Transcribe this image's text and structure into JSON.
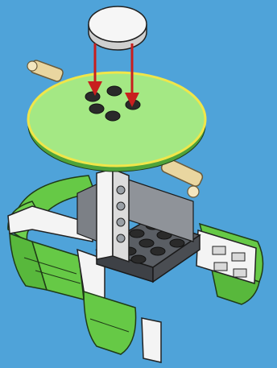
{
  "colors": {
    "background": "#4fa3d9",
    "plate_green": "#9fe37f",
    "plate_outline": "#f0e64a",
    "arrow_red": "#c81e1e",
    "body_green": "#66c946",
    "stud_black": "#2a2a2a",
    "technic_white": "#ececec",
    "base_gray": "#4a4d52",
    "axle_tan": "#e9d6a0"
  },
  "parts": [
    {
      "id": "round-tile-white",
      "icon": "round-tile-icon"
    },
    {
      "id": "round-plate-green",
      "icon": "round-plate-icon"
    },
    {
      "id": "technic-beam-white",
      "icon": "technic-beam-icon"
    },
    {
      "id": "plate-dark-gray",
      "icon": "plate-icon"
    },
    {
      "id": "curved-slopes-green",
      "icon": "curved-slope-icon"
    },
    {
      "id": "axle-pins-tan",
      "icon": "axle-pin-icon"
    }
  ]
}
